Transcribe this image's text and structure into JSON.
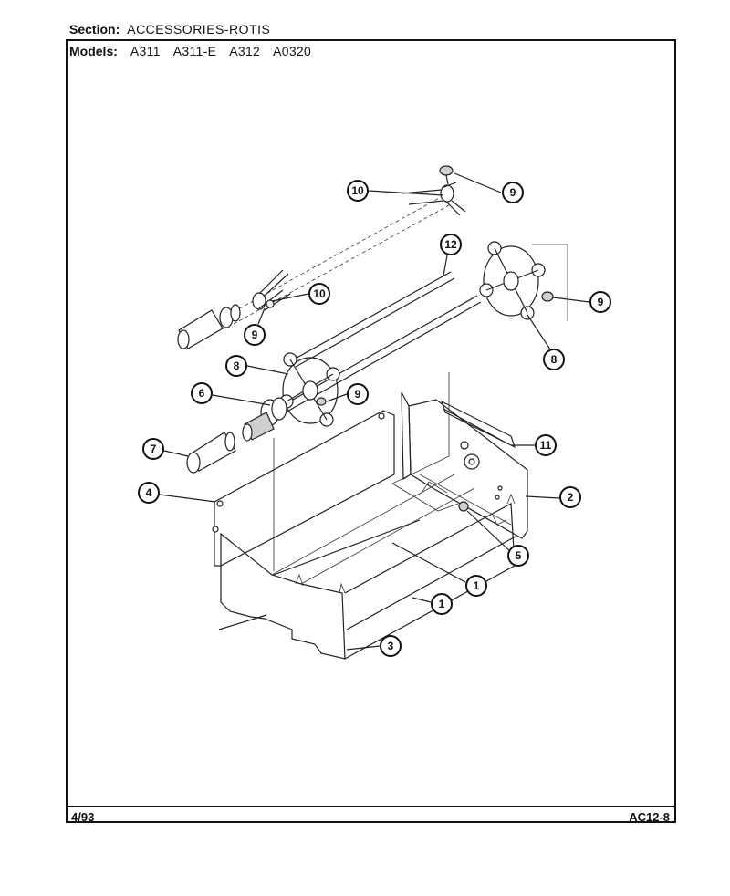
{
  "header": {
    "section_label": "Section:",
    "section_value": "ACCESSORIES-ROTIS",
    "models_label": "Models:",
    "models": [
      "A311",
      "A311-E",
      "A312",
      "A0320"
    ]
  },
  "footer": {
    "date": "4/93",
    "page_code": "AC12-8"
  },
  "callouts": {
    "c1a": "1",
    "c1b": "1",
    "c2": "2",
    "c3": "3",
    "c4": "4",
    "c5": "5",
    "c6": "6",
    "c7": "7",
    "c8a": "8",
    "c8b": "8",
    "c9a": "9",
    "c9b": "9",
    "c9c": "9",
    "c9d": "9",
    "c10a": "10",
    "c10b": "10",
    "c11": "11",
    "c12": "12"
  }
}
